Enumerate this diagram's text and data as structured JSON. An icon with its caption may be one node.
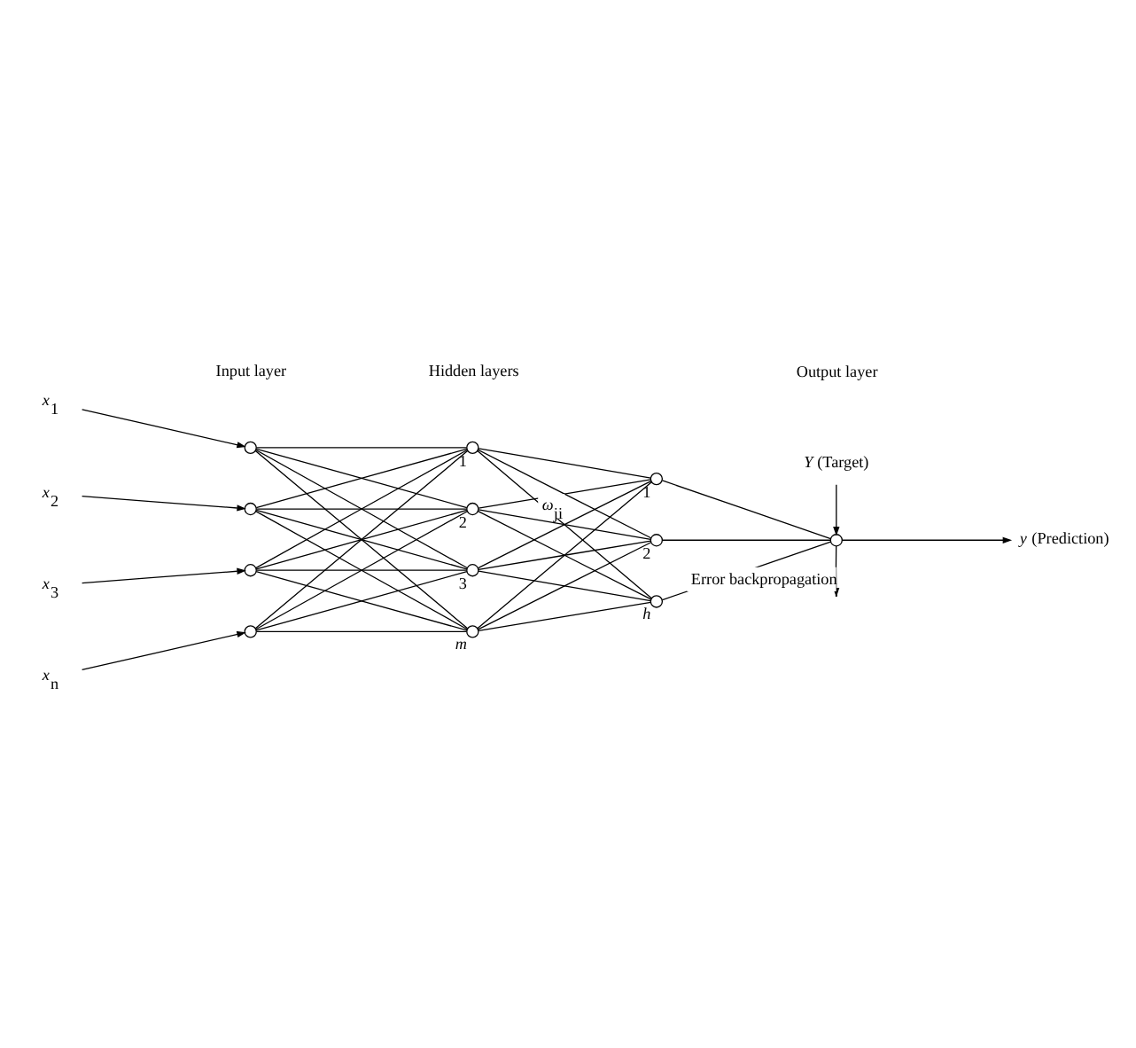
{
  "diagram": {
    "nodes": [
      {
        "text": [
          "*x*$_{1}$"
        ]
      },
      {
        "text": [
          "*x*$_{2}$"
        ]
      },
      {
        "text": [
          "*x*$_{3}$"
        ]
      },
      {
        "text": [
          "*x*$_{n}$"
        ]
      },
      {
        "text": [],
        "shape": "circle"
      },
      {
        "text": [],
        "shape": "circle"
      },
      {
        "text": [],
        "shape": "circle"
      },
      {
        "text": [],
        "shape": "circle"
      },
      {
        "text": [],
        "shape": "circle",
        "beside": [
          "1"
        ]
      },
      {
        "text": [],
        "shape": "circle",
        "beside": [
          "2"
        ]
      },
      {
        "text": [],
        "shape": "circle",
        "beside": [
          "3"
        ]
      },
      {
        "text": [],
        "shape": "circle",
        "beside": [
          "*m*"
        ]
      },
      {
        "text": [],
        "shape": "circle",
        "beside": [
          "1"
        ]
      },
      {
        "text": [],
        "shape": "circle",
        "beside": [
          "2"
        ]
      },
      {
        "text": [],
        "shape": "circle",
        "beside": [
          "*h*"
        ]
      },
      {
        "text": [],
        "shape": "circle"
      },
      {
        "text": [
          "*Y* (Target)"
        ]
      },
      {
        "text": [
          "*y* (Prediction)"
        ]
      }
    ],
    "edges": [
      {
        "from": 0,
        "to": 4,
        "arrow": "to"
      },
      {
        "from": 1,
        "to": 5,
        "arrow": "to"
      },
      {
        "from": 2,
        "to": 6,
        "arrow": "to"
      },
      {
        "from": 3,
        "to": 7,
        "arrow": "to"
      },
      {
        "from": 4,
        "to": 8,
        "arrow": "none"
      },
      {
        "from": 4,
        "to": 9,
        "arrow": "none"
      },
      {
        "from": 4,
        "to": 10,
        "arrow": "none"
      },
      {
        "from": 4,
        "to": 11,
        "arrow": "none"
      },
      {
        "from": 5,
        "to": 8,
        "arrow": "none"
      },
      {
        "from": 5,
        "to": 9,
        "arrow": "none"
      },
      {
        "from": 5,
        "to": 10,
        "arrow": "none"
      },
      {
        "from": 5,
        "to": 11,
        "arrow": "none"
      },
      {
        "from": 6,
        "to": 8,
        "arrow": "none"
      },
      {
        "from": 6,
        "to": 9,
        "arrow": "none"
      },
      {
        "from": 6,
        "to": 10,
        "arrow": "none"
      },
      {
        "from": 6,
        "to": 11,
        "arrow": "none"
      },
      {
        "from": 7,
        "to": 8,
        "arrow": "none"
      },
      {
        "from": 7,
        "to": 9,
        "arrow": "none"
      },
      {
        "from": 7,
        "to": 10,
        "arrow": "none"
      },
      {
        "from": 7,
        "to": 11,
        "arrow": "none"
      },
      {
        "from": 8,
        "to": 12,
        "arrow": "none"
      },
      {
        "from": 8,
        "to": 13,
        "arrow": "none"
      },
      {
        "from": 8,
        "to": 14,
        "arrow": "none"
      },
      {
        "from": 9,
        "to": 12,
        "arrow": "none",
        "label": "*ω*$_{ji}$"
      },
      {
        "from": 9,
        "to": 13,
        "arrow": "none"
      },
      {
        "from": 9,
        "to": 14,
        "arrow": "none"
      },
      {
        "from": 10,
        "to": 12,
        "arrow": "none"
      },
      {
        "from": 10,
        "to": 13,
        "arrow": "none"
      },
      {
        "from": 10,
        "to": 14,
        "arrow": "none"
      },
      {
        "from": 11,
        "to": 12,
        "arrow": "none"
      },
      {
        "from": 11,
        "to": 13,
        "arrow": "none"
      },
      {
        "from": 11,
        "to": 14,
        "arrow": "none"
      },
      {
        "from": 12,
        "to": 15,
        "arrow": "none"
      },
      {
        "from": 13,
        "to": 15,
        "arrow": "none"
      },
      {
        "from": 14,
        "to": 15,
        "arrow": "none"
      },
      {
        "from": 16,
        "to": 15,
        "arrow": "to"
      },
      {
        "from": 15,
        "to": 17,
        "arrow": "to"
      },
      {
        "from": 15,
        "to": null,
        "arrow": "to",
        "label": "Error backpropagation"
      }
    ],
    "labels": [
      "Input layer",
      "Hidden layers",
      "Output layer"
    ]
  }
}
